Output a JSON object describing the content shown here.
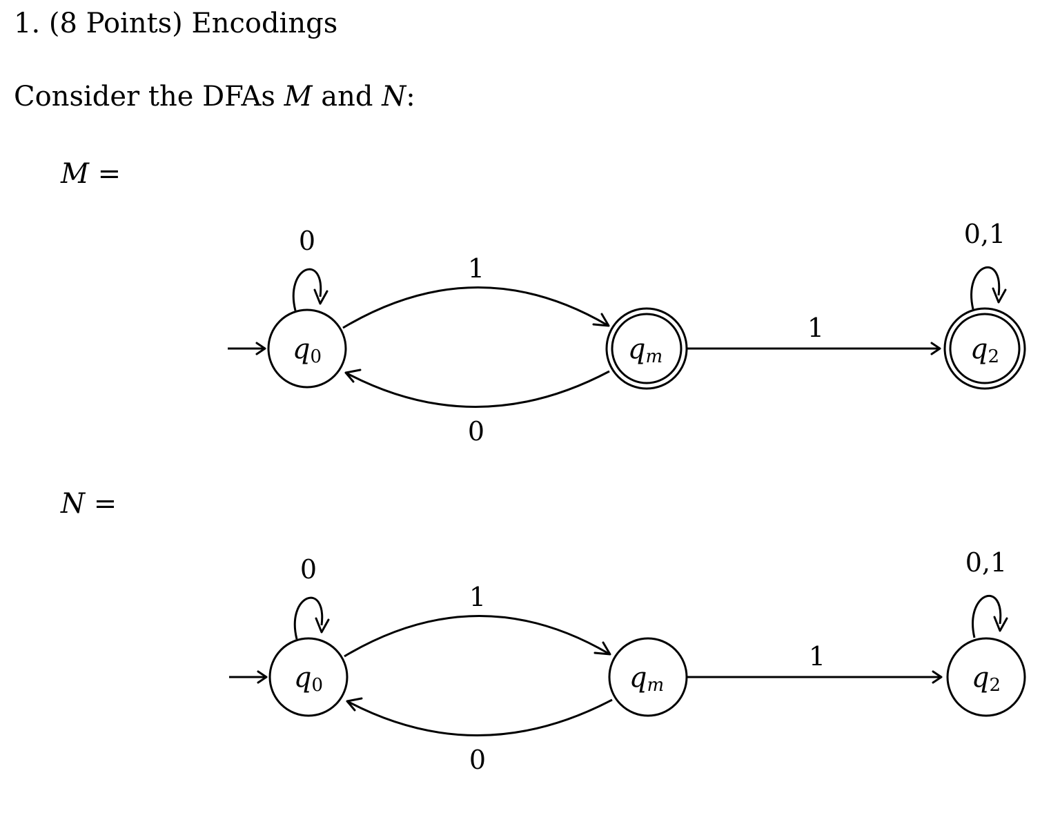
{
  "heading": "1. (8 Points) Encodings",
  "intro": {
    "text_before": "Consider the DFAs ",
    "var_m": "M",
    "text_middle": " and ",
    "var_n": "N",
    "text_after": ":"
  },
  "dfas": [
    {
      "name": "M",
      "equals": " =",
      "states": [
        {
          "symbol": "q",
          "subscript": "0",
          "start": true,
          "accepting": false
        },
        {
          "symbol": "q",
          "subscript": "m",
          "start": false,
          "accepting": true
        },
        {
          "symbol": "q",
          "subscript": "2",
          "start": false,
          "accepting": true
        }
      ],
      "transitions": [
        {
          "from": "q0",
          "to": "q0",
          "label": "0"
        },
        {
          "from": "q0",
          "to": "qm",
          "label": "1"
        },
        {
          "from": "qm",
          "to": "q0",
          "label": "0"
        },
        {
          "from": "qm",
          "to": "q2",
          "label": "1"
        },
        {
          "from": "q2",
          "to": "q2",
          "label": "0,1"
        }
      ]
    },
    {
      "name": "N",
      "equals": " =",
      "states": [
        {
          "symbol": "q",
          "subscript": "0",
          "start": true,
          "accepting": false
        },
        {
          "symbol": "q",
          "subscript": "m",
          "start": false,
          "accepting": false
        },
        {
          "symbol": "q",
          "subscript": "2",
          "start": false,
          "accepting": false
        }
      ],
      "transitions": [
        {
          "from": "q0",
          "to": "q0",
          "label": "0"
        },
        {
          "from": "q0",
          "to": "qm",
          "label": "1"
        },
        {
          "from": "qm",
          "to": "q0",
          "label": "0"
        },
        {
          "from": "qm",
          "to": "q2",
          "label": "1"
        },
        {
          "from": "q2",
          "to": "q2",
          "label": "0,1"
        }
      ]
    }
  ]
}
